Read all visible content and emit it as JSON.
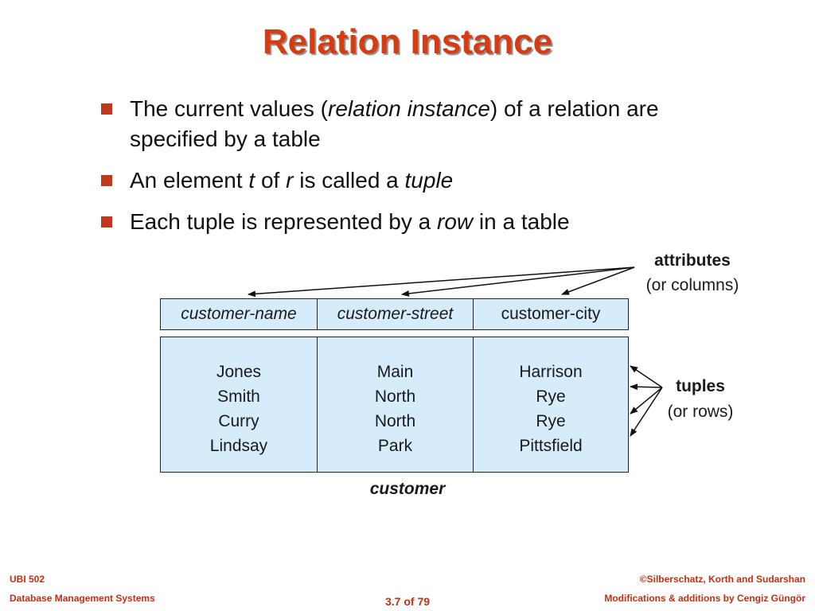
{
  "slide": {
    "title": "Relation Instance",
    "bullets": [
      {
        "parts": [
          {
            "text": "The current values (",
            "italic": false
          },
          {
            "text": "relation instance",
            "italic": true
          },
          {
            "text": ") of a relation are specified by a table",
            "italic": false
          }
        ]
      },
      {
        "parts": [
          {
            "text": "An element ",
            "italic": false
          },
          {
            "text": "t",
            "italic": true
          },
          {
            "text": " of ",
            "italic": false
          },
          {
            "text": "r",
            "italic": true
          },
          {
            "text": " is called a ",
            "italic": false
          },
          {
            "text": "tuple",
            "italic": true
          }
        ]
      },
      {
        "parts": [
          {
            "text": "Each tuple is represented by a ",
            "italic": false
          },
          {
            "text": "row",
            "italic": true
          },
          {
            "text": " in a table",
            "italic": false
          }
        ]
      }
    ]
  },
  "diagram": {
    "attributes_label": "attributes",
    "attributes_sublabel": "(or columns)",
    "tuples_label": "tuples",
    "tuples_sublabel": "(or rows)",
    "relation_name": "customer",
    "columns": [
      "customer-name",
      "customer-street",
      "customer-city"
    ],
    "rows": [
      [
        "Jones",
        "Main",
        "Harrison"
      ],
      [
        "Smith",
        "North",
        "Rye"
      ],
      [
        "Curry",
        "North",
        "Rye"
      ],
      [
        "Lindsay",
        "Park",
        "Pittsfield"
      ]
    ]
  },
  "footer": {
    "course_code": "UBI 502",
    "course_name": "Database Management Systems",
    "page": "3.7 of 79",
    "copyright": "©Silberschatz, Korth and Sudarshan",
    "modifications": "Modifications & additions by Cengiz Güngör"
  },
  "colors": {
    "title": "#d63c0f",
    "bullet_marker": "#c0391c",
    "table_fill": "#d6ecfa",
    "footer_text": "#c33012"
  }
}
